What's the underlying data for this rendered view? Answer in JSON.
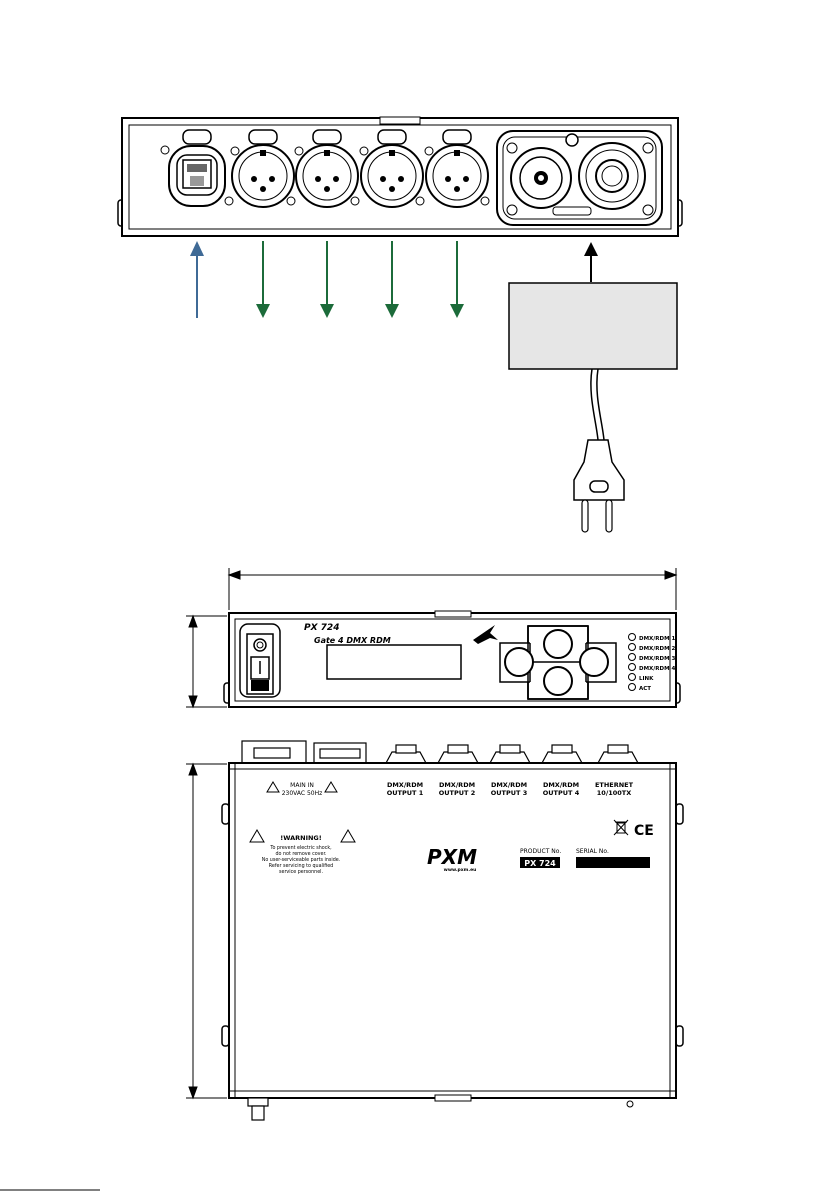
{
  "front": {
    "model": "PX 724",
    "subtitle": "Gate 4 DMX RDM",
    "leds": [
      "DMX/RDM 1",
      "DMX/RDM 2",
      "DMX/RDM 3",
      "DMX/RDM 4",
      "LINK",
      "ACT"
    ]
  },
  "top": {
    "main_in_line1": "MAIN IN",
    "main_in_line2": "230VAC 50Hz",
    "outputs": [
      {
        "line1": "DMX/RDM",
        "line2": "OUTPUT 1"
      },
      {
        "line1": "DMX/RDM",
        "line2": "OUTPUT 2"
      },
      {
        "line1": "DMX/RDM",
        "line2": "OUTPUT 3"
      },
      {
        "line1": "DMX/RDM",
        "line2": "OUTPUT 4"
      }
    ],
    "ethernet_line1": "ETHERNET",
    "ethernet_line2": "10/100TX",
    "warning_title": "!WARNING!",
    "warning_lines": [
      "To prevent electric shock,",
      "do not remove cover.",
      "No user-serviceable parts inside.",
      "Refer servicing to qualified",
      "service personnel."
    ],
    "brand": "PXM",
    "brand_url": "www.pxm.eu",
    "product_no_label": "PRODUCT No.",
    "product_no": "PX 724",
    "serial_no_label": "SERIAL No.",
    "ce_mark": "CE"
  },
  "colors": {
    "input_arrow": "#3f6a96",
    "output_arrow": "#1c6b3a",
    "box_fill": "#e6e6e6"
  }
}
